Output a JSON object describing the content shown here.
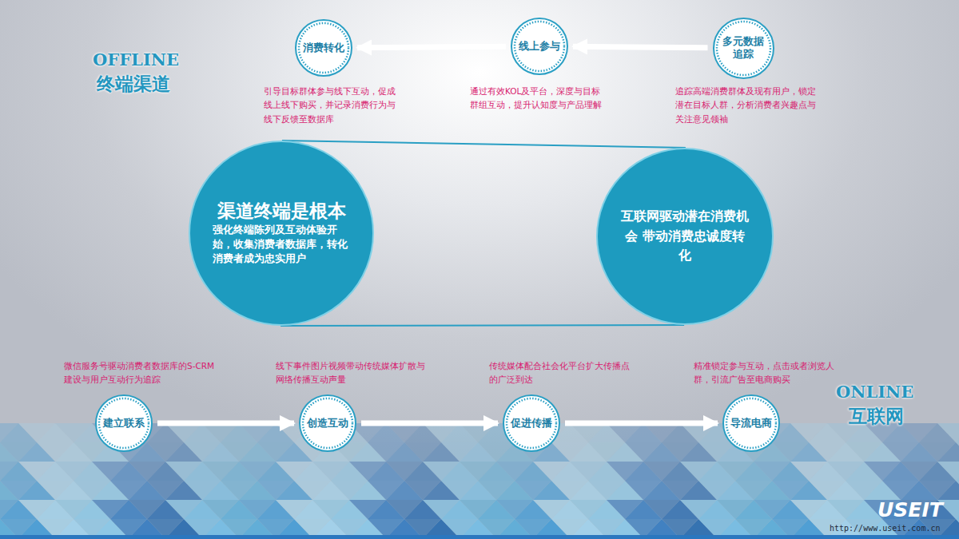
{
  "diagram": {
    "nodes": [
      {
        "text": [
          "消费转化"
        ]
      },
      {
        "text": [
          "线上参与"
        ]
      },
      {
        "text": [
          "多元数据追踪"
        ]
      },
      {
        "text": [
          "渠道终端是根本",
          "强化终端陈列及互动体验开始，收集消费者数据库，转化消费者成为忠实用户"
        ]
      },
      {
        "text": [
          "互联网驱动潜在消费机会 带动消费忠诚度转化"
        ]
      },
      {
        "text": [
          "建立联系"
        ]
      },
      {
        "text": [
          "创造互动"
        ]
      },
      {
        "text": [
          "促进传播"
        ]
      },
      {
        "text": [
          "导流电商"
        ]
      }
    ],
    "edges": [
      {
        "from": 2,
        "to": 1,
        "arrow": "to"
      },
      {
        "from": 1,
        "to": 0,
        "arrow": "to"
      },
      {
        "from": 3,
        "to": 4,
        "arrow": "none"
      },
      {
        "from": 3,
        "to": 4,
        "arrow": "none"
      },
      {
        "from": 5,
        "to": 6,
        "arrow": "to"
      },
      {
        "from": 6,
        "to": 7,
        "arrow": "to"
      },
      {
        "from": 7,
        "to": 8,
        "arrow": "to"
      }
    ],
    "labels": [
      "OFFLINE",
      "终端渠道",
      "引导目标群体参与线下互动，促成线上线下购买，并记录消费行为与线下反馈至数据库",
      "通过有效KOL及平台，深度与目标群组互动，提升认知度与产品理解",
      "追踪高端消费群体及现有用户，锁定潜在目标人群，分析消费者兴趣点与关注意见领袖",
      "微信服务号驱动消费者数据库的S-CRM建设与用户互动行为追踪",
      "线下事件图片视频带动传统媒体扩散与网络传播互动声量",
      "传统媒体配合社会化平台扩大传播点的广泛到达",
      "精准锁定参与互动，点击或者浏览人群，引流广告至电商购买",
      "ONLINE",
      "互联网",
      "USEIT",
      "http://www.useit.com.cn"
    ]
  }
}
